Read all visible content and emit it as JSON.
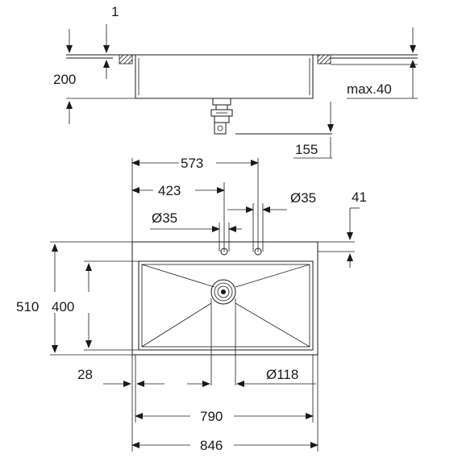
{
  "side_view": {
    "thickness": "1",
    "depth": "200",
    "max_counter": "max.40",
    "drain_height": "155"
  },
  "top_view": {
    "tap_offset": "573",
    "hole_offset": "423",
    "tap_hole_right": "Ø35",
    "tap_hole_left": "Ø35",
    "edge_distance": "41",
    "outer_depth": "510",
    "inner_depth": "400",
    "rim_width": "28",
    "drain_diameter": "Ø118",
    "inner_width": "790",
    "outer_width": "846"
  }
}
